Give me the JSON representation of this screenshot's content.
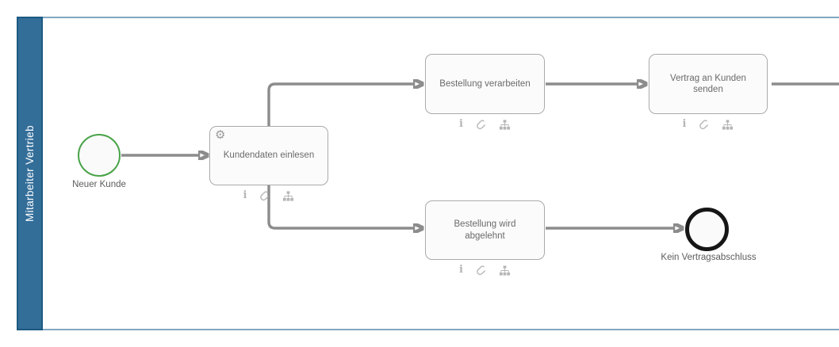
{
  "diagram_type": "BPMN process diagram",
  "lane": {
    "label": "Mitarbeiter Vertrieb"
  },
  "nodes": {
    "start_event": {
      "type": "start-event",
      "label": "Neuer Kunde"
    },
    "task_kundendaten": {
      "type": "task",
      "label": "Kundendaten einlesen",
      "marker": "gear-icon"
    },
    "task_verarbeiten": {
      "type": "task",
      "label": "Bestellung verarbeiten"
    },
    "task_vertrag": {
      "type": "task",
      "label": "Vertrag an Kunden senden"
    },
    "task_abgelehnt": {
      "type": "task",
      "label": "Bestellung wird abgelehnt"
    },
    "end_event": {
      "type": "end-event",
      "label": "Kein Vertragsabschluss"
    }
  },
  "flows": [
    {
      "from": "start_event",
      "to": "task_kundendaten"
    },
    {
      "from": "task_kundendaten",
      "to": "task_verarbeiten"
    },
    {
      "from": "task_kundendaten",
      "to": "task_abgelehnt"
    },
    {
      "from": "task_verarbeiten",
      "to": "task_vertrag"
    },
    {
      "from": "task_vertrag",
      "to": "offscreen-right"
    },
    {
      "from": "task_abgelehnt",
      "to": "end_event"
    }
  ],
  "icons": {
    "gear": "⚙",
    "info": "i",
    "paperclip": "paperclip",
    "sitemap": "sitemap"
  },
  "colors": {
    "lane_fill": "#336e99",
    "lane_border": "#1d5a80",
    "pool_border": "#84a7c0",
    "flow_stroke": "#8c8c8c",
    "task_border": "#a9a9a9",
    "task_fill": "#fbfbfb",
    "start_stroke": "#48a348",
    "end_stroke": "#161616",
    "badge_icon": "#b5b5b5"
  }
}
